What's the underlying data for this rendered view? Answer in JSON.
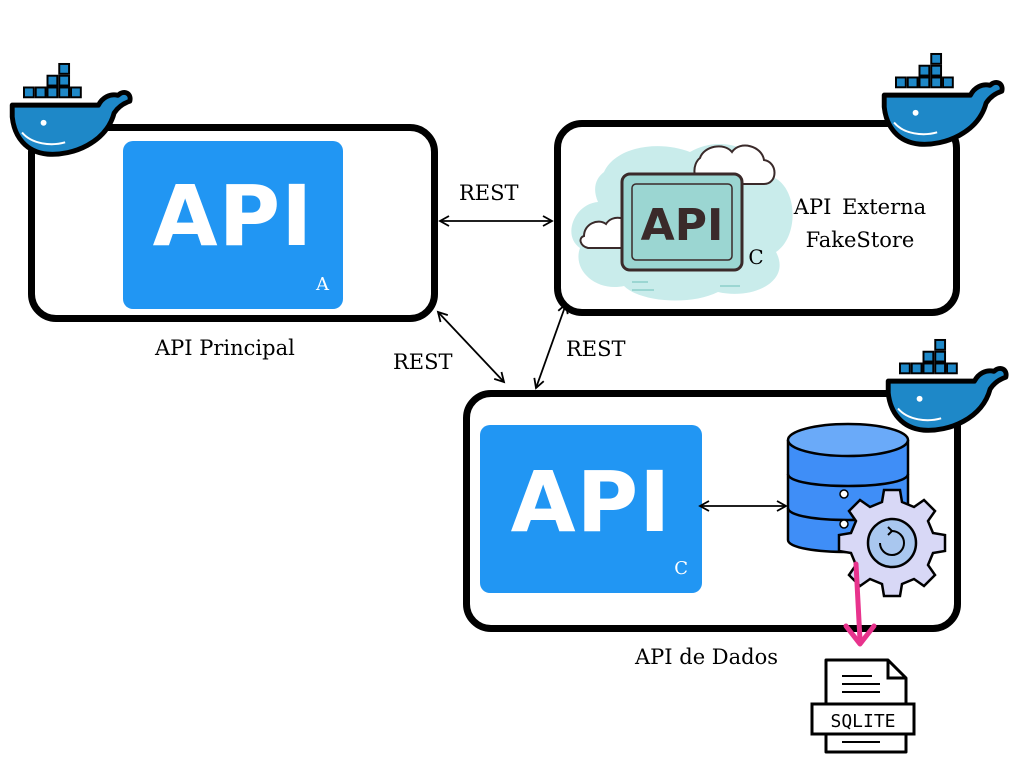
{
  "api_principal": {
    "label": "API Principal",
    "tile_text": "API",
    "sub": "A"
  },
  "api_externa": {
    "label_line1": "API Externa",
    "label_line2": "FakeStore",
    "tile_text": "API",
    "sub": "C"
  },
  "api_dados": {
    "label": "API de Dados",
    "tile_text": "API",
    "sub": "C"
  },
  "connections": {
    "top": "REST",
    "left_diag": "REST",
    "right_diag": "REST"
  },
  "sqlite": {
    "label": "SQLITE"
  },
  "colors": {
    "api_blue": "#2196f3",
    "docker_blue": "#1e88c8",
    "cloud_teal": "#c9eceb",
    "db_blue": "#3f8ef7",
    "gear_lavender": "#d8d8f6",
    "arrow_magenta": "#e8338d"
  }
}
